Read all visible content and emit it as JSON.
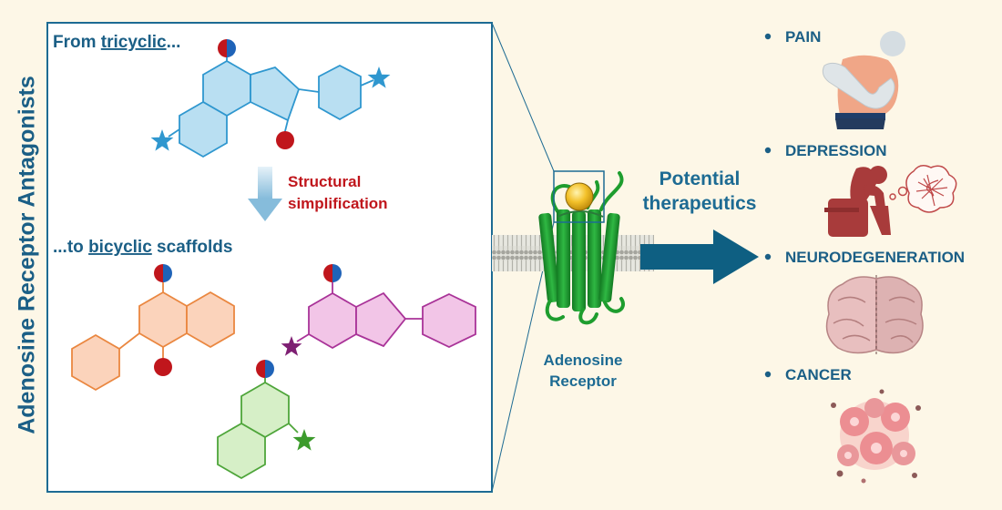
{
  "side_title": "Adenosine Receptor Antagonists",
  "panel": {
    "top_prefix": "From ",
    "top_underlined": "tricyclic",
    "top_suffix": "...",
    "middle_line1": "Structural",
    "middle_line2": "simplification",
    "bottom_prefix": "...to ",
    "bottom_underlined": "bicyclic",
    "bottom_suffix": " scaffolds"
  },
  "receptor": {
    "label_line1": "Adenosine",
    "label_line2": "Receptor"
  },
  "therapeutics": {
    "line1": "Potential",
    "line2": "therapeutics"
  },
  "applications": [
    {
      "label": "PAIN"
    },
    {
      "label": "DEPRESSION"
    },
    {
      "label": "NEURODEGENERATION"
    },
    {
      "label": "CANCER"
    }
  ],
  "colors": {
    "tricyclic": "#b9dff2",
    "bicyclic_orange": "#fbd3bb",
    "bicyclic_purple": "#f2c5e7",
    "bicyclic_green": "#d6efc7",
    "receptor": "#1e9d2e",
    "arrow": "#0e5f82",
    "simplification_arrow": "#8fc1dc"
  }
}
